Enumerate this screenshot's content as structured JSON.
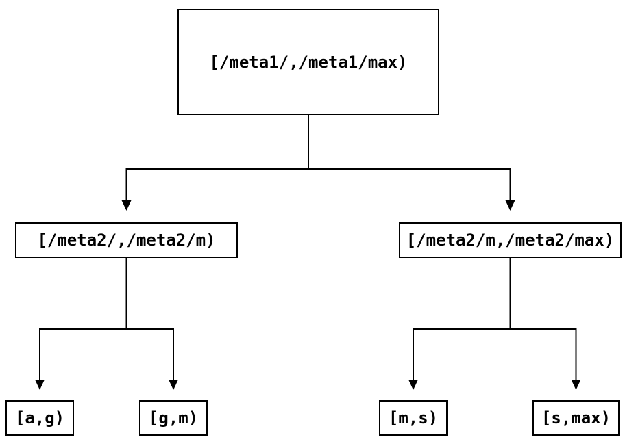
{
  "colors": {
    "line": "#000000",
    "text": "#000000",
    "background": "#ffffff",
    "node_fill": "#ffffff"
  },
  "tree": {
    "root": {
      "label": "[/meta1/,/meta1/max)"
    },
    "children": [
      {
        "label": "[/meta2/,/meta2/m)",
        "children": [
          {
            "label": "[a,g)"
          },
          {
            "label": "[g,m)"
          }
        ]
      },
      {
        "label": "[/meta2/m,/meta2/max)",
        "children": [
          {
            "label": "[m,s)"
          },
          {
            "label": "[s,max)"
          }
        ]
      }
    ]
  }
}
